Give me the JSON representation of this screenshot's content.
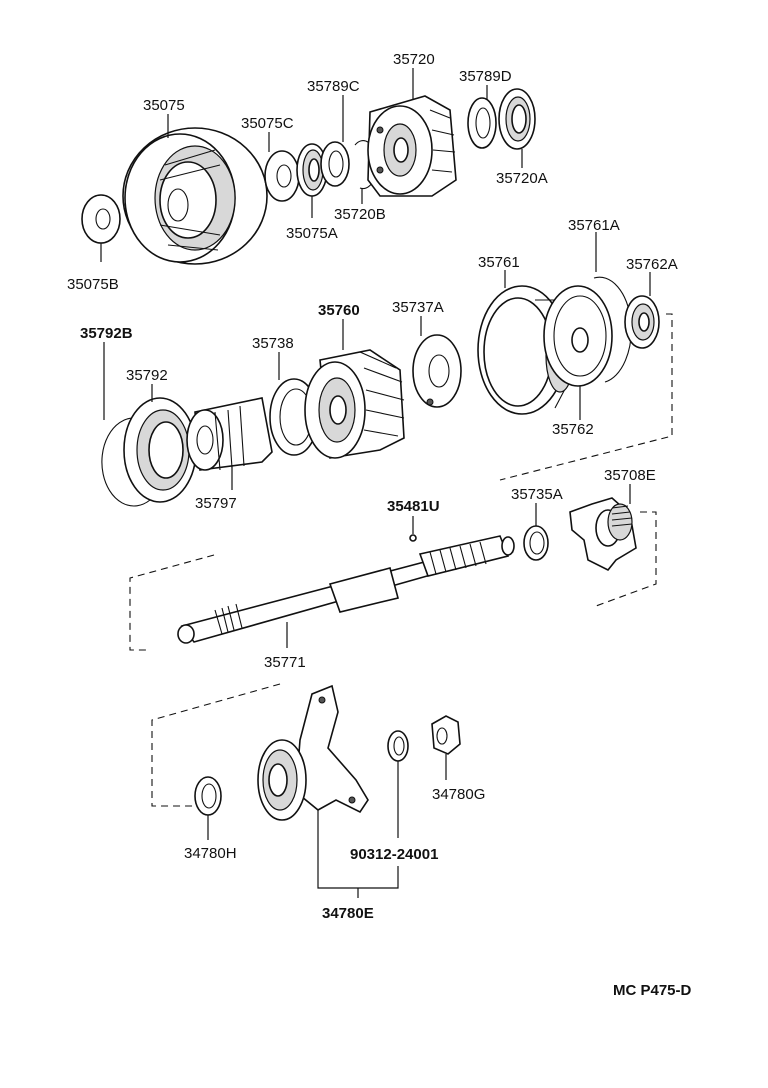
{
  "diagram": {
    "footer_code": "MC  P475-D",
    "parts": {
      "p35720": "35720",
      "p35789C": "35789C",
      "p35789D": "35789D",
      "p35075": "35075",
      "p35075C": "35075C",
      "p35720B": "35720B",
      "p35720A": "35720A",
      "p35075A": "35075A",
      "p35075B": "35075B",
      "p35761A": "35761A",
      "p35761": "35761",
      "p35762A": "35762A",
      "p35760": "35760",
      "p35737A": "35737A",
      "p35792B": "35792B",
      "p35738": "35738",
      "p35792": "35792",
      "p35762": "35762",
      "p35797": "35797",
      "p35481U": "35481U",
      "p35735A": "35735A",
      "p35708E": "35708E",
      "p35771": "35771",
      "p34780G": "34780G",
      "p34780H": "34780H",
      "p90312_24001": "90312-24001",
      "p34780E": "34780E"
    }
  }
}
